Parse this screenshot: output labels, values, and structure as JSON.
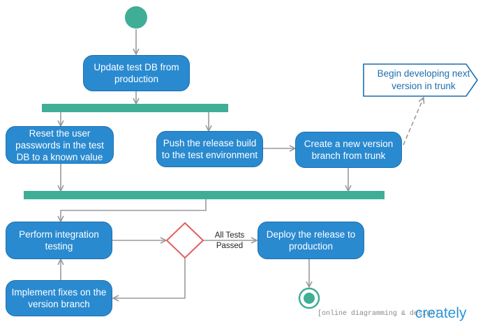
{
  "nodes": {
    "update_db": "Update test DB from production",
    "reset_passwords": "Reset the user passwords in the test DB to a known value",
    "push_release": "Push the release build to the test environment",
    "create_branch": "Create a new version branch from trunk",
    "begin_developing": "Begin developing next version in trunk",
    "integration_testing": "Perform integration testing",
    "deploy_release": "Deploy the release to production",
    "implement_fixes": "Implement fixes on the version branch"
  },
  "edge_labels": {
    "all_tests_passed": "All Tests Passed"
  },
  "branding": {
    "tagline": "[online diagramming & design]",
    "logo": "creately"
  },
  "colors": {
    "activity": "#2a8ad0",
    "fork_bar": "#3fae96",
    "start": "#3fae96",
    "decision": "#e0605e",
    "arrow": "#9a9a9a"
  }
}
